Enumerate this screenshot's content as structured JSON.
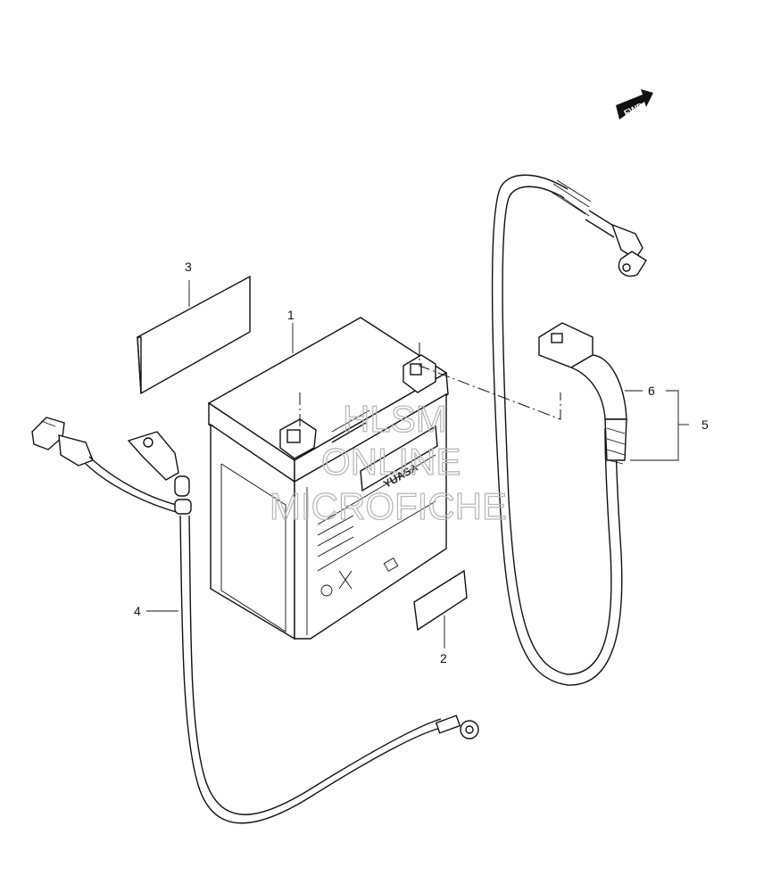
{
  "direction_label": "FWD",
  "battery_brand": "YUASA",
  "callouts": {
    "battery": "1",
    "label_small": "2",
    "label_large": "3",
    "negative_cable": "4",
    "positive_cable_assy": "5",
    "terminal_cover": "6"
  },
  "watermark": {
    "line1": "HLSM",
    "line2": "ONLINE",
    "line3": "MICROFICHE"
  }
}
